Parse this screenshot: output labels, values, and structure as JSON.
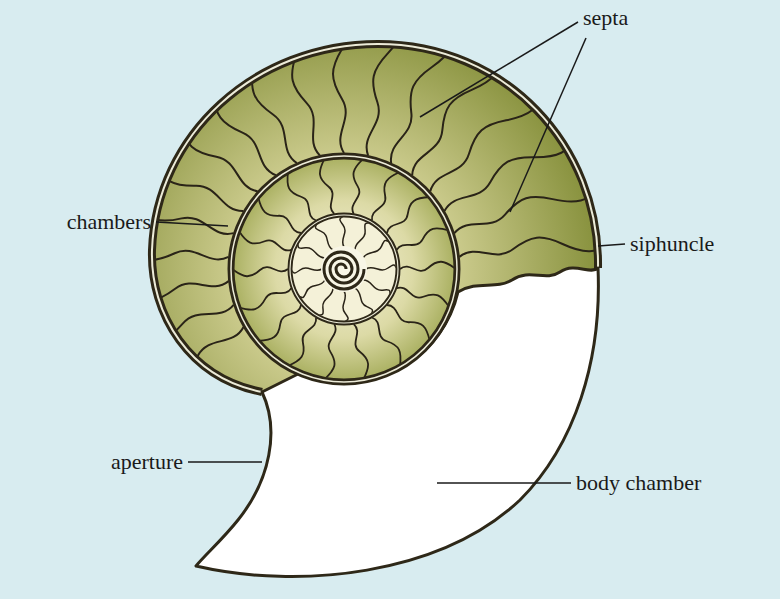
{
  "diagram": {
    "labels": [
      "septa",
      "chambers",
      "siphuncle",
      "aperture",
      "body chamber"
    ]
  }
}
